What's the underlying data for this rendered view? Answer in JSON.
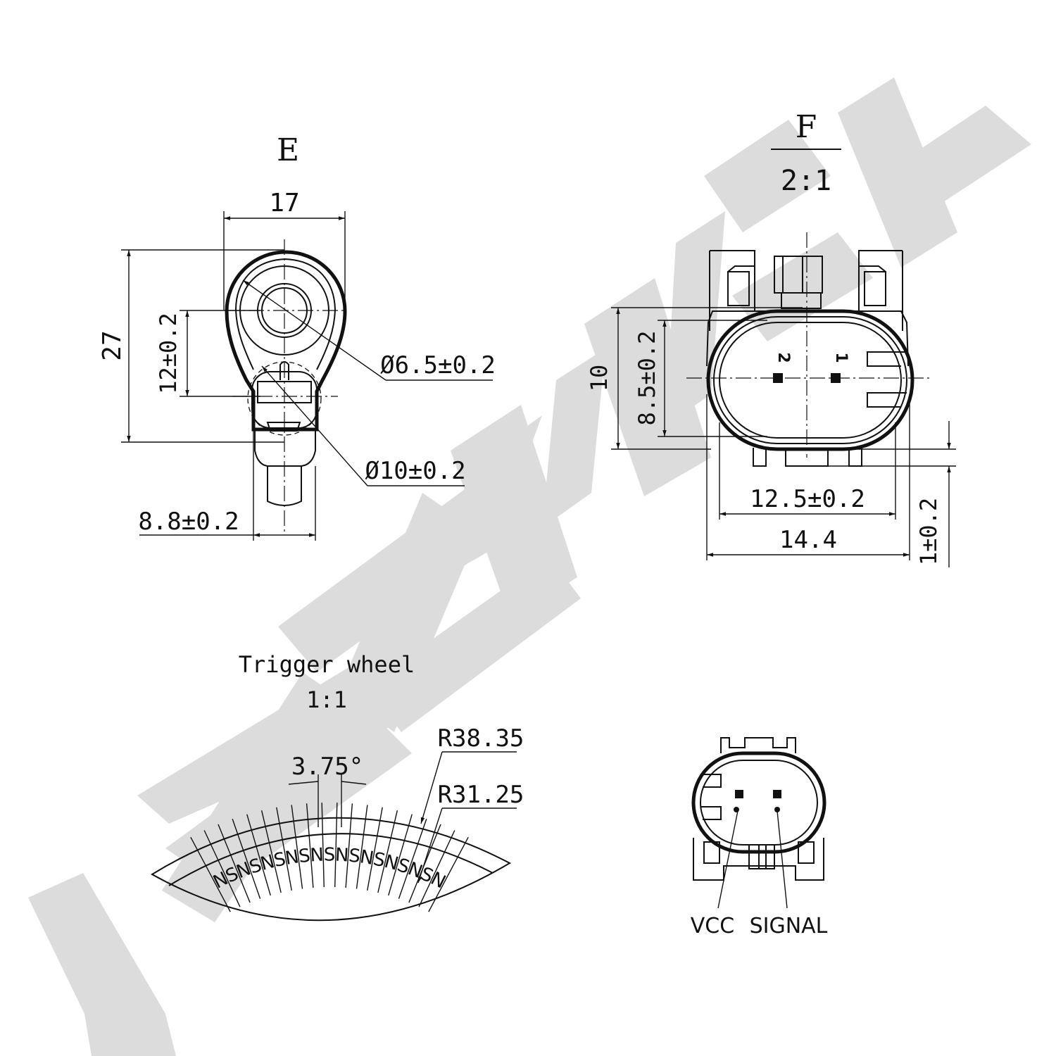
{
  "watermark": {
    "text": "XENNEK",
    "color": "#dcdcdc"
  },
  "view_e": {
    "title": "E",
    "dims": {
      "width": "17",
      "height": "27",
      "hole_spacing": "12±0.2",
      "hole_small": "Ø6.5±0.2",
      "hole_large": "Ø10±0.2",
      "shaft_width": "8.8±0.2"
    }
  },
  "view_f": {
    "title": "F",
    "scale": "2:1",
    "pins": [
      "2",
      "1"
    ],
    "dims": {
      "outer_height": "10",
      "inner_height": "8.5±0.2",
      "inner_width": "12.5±0.2",
      "outer_width": "14.4",
      "tab_height": "1±0.2"
    }
  },
  "trigger_wheel": {
    "title": "Trigger wheel",
    "scale": "1:1",
    "angle": "3.75°",
    "outer_radius": "R38.35",
    "inner_radius": "R31.25",
    "poles": [
      "N",
      "S",
      "N",
      "S",
      "N",
      "S",
      "N",
      "S",
      "N",
      "S",
      "N",
      "S",
      "N",
      "S",
      "N",
      "S",
      "N",
      "S",
      "N"
    ]
  },
  "connector_view": {
    "labels": {
      "vcc": "VCC",
      "signal": "SIGNAL"
    }
  }
}
